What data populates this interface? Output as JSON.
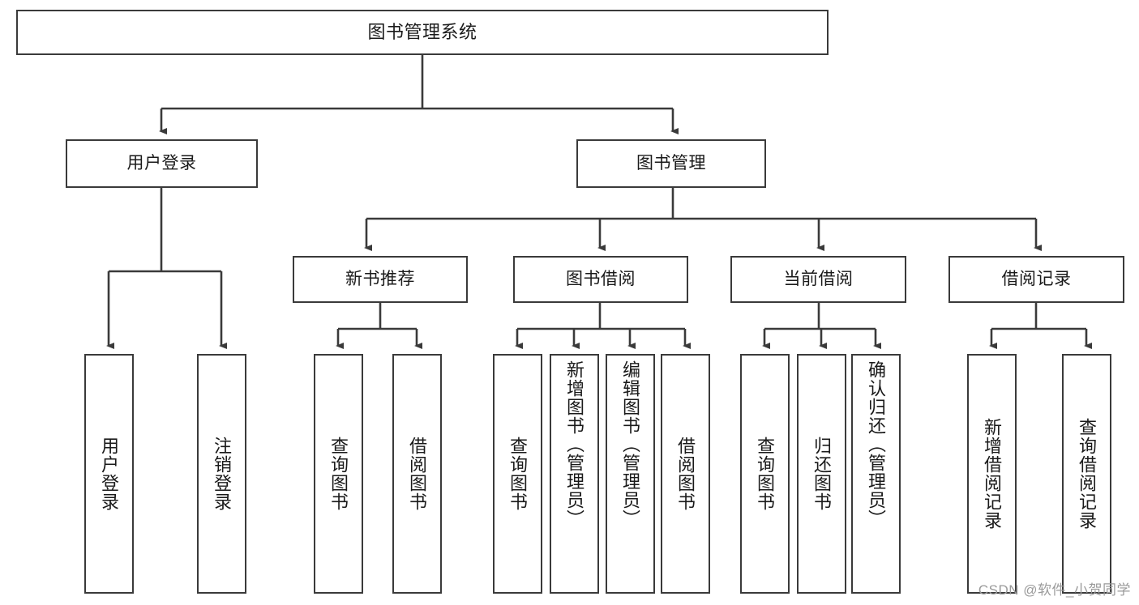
{
  "diagram": {
    "title": "图书管理系统",
    "watermark": "CSDN @软件_小贺同学",
    "colors": {
      "box_border": "#3a3a3a",
      "connector": "#3a3a3a",
      "background": "#ffffff",
      "text": "#1a1a1a",
      "watermark": "#9a9a9a"
    },
    "nodes": {
      "root": {
        "label": "图书管理系统"
      },
      "level1": [
        {
          "label": "用户登录"
        },
        {
          "label": "图书管理"
        }
      ],
      "level2": [
        {
          "label": "新书推荐"
        },
        {
          "label": "图书借阅"
        },
        {
          "label": "当前借阅"
        },
        {
          "label": "借阅记录"
        }
      ],
      "leaves": {
        "user_login": [
          {
            "label": "用户登录"
          },
          {
            "label": "注销登录"
          }
        ],
        "new_book_recommend": [
          {
            "label": "查询图书"
          },
          {
            "label": "借阅图书"
          }
        ],
        "book_borrow": [
          {
            "label": "查询图书"
          },
          {
            "label": "新增图书（管理员）"
          },
          {
            "label": "编辑图书（管理员）"
          },
          {
            "label": "借阅图书"
          }
        ],
        "current_borrow": [
          {
            "label": "查询图书"
          },
          {
            "label": "归还图书"
          },
          {
            "label": "确认归还（管理员）"
          }
        ],
        "borrow_record": [
          {
            "label": "新增借阅记录"
          },
          {
            "label": "查询借阅记录"
          }
        ]
      }
    }
  }
}
